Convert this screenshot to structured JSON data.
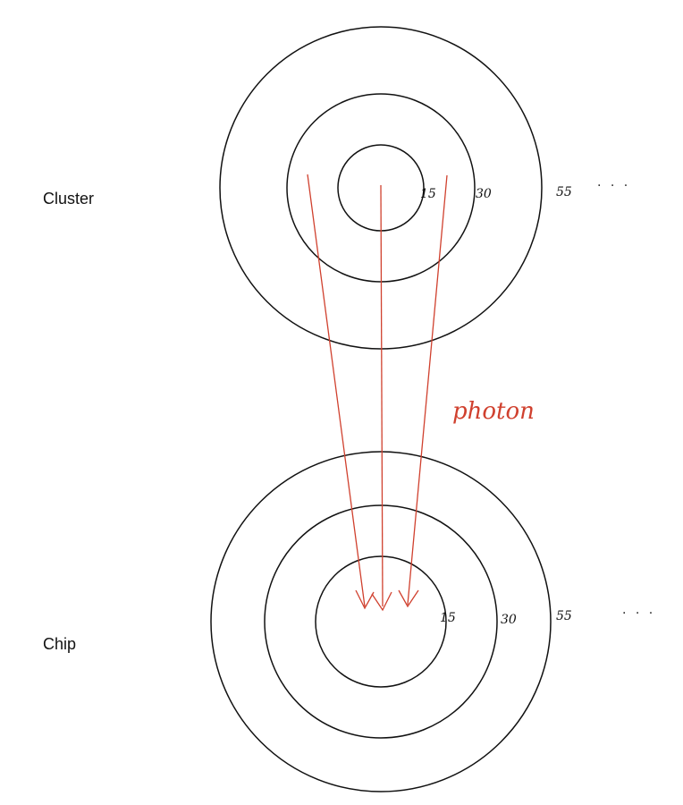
{
  "colors": {
    "ink": "#111111",
    "photon": "#d0402e"
  },
  "cluster": {
    "label": "Cluster",
    "rings": [
      "15",
      "30",
      "55"
    ],
    "continuation": "· · ·"
  },
  "chip": {
    "label": "Chip",
    "rings": [
      "15",
      "30",
      "55"
    ],
    "continuation": "· · ·"
  },
  "photon": {
    "label": "photon"
  }
}
